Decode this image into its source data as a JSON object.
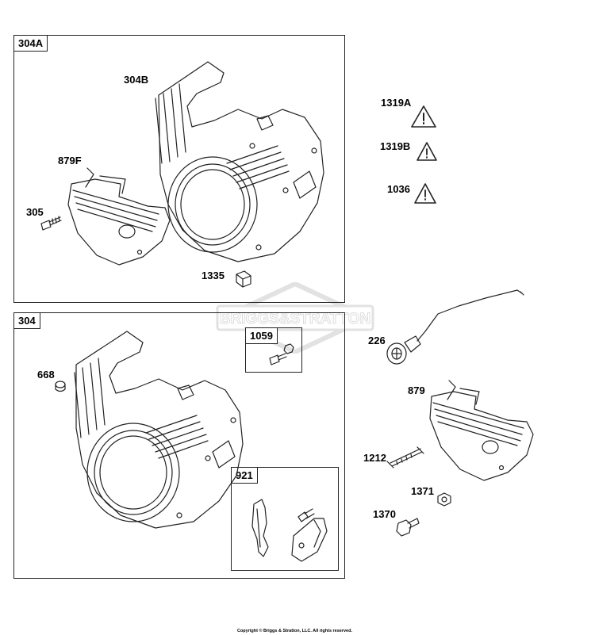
{
  "watermark": "BRIGGS&STRATTON",
  "copyright": "Copyright © Briggs & Stratton, LLC. All rights reserved.",
  "groups": {
    "g304A": "304A",
    "g304": "304",
    "g1059": "1059",
    "g921": "921"
  },
  "callouts": {
    "c304B": "304B",
    "c879F": "879F",
    "c305": "305",
    "c1335": "1335",
    "c1319A": "1319A",
    "c1319B": "1319B",
    "c1036": "1036",
    "c226": "226",
    "c668": "668",
    "c879": "879",
    "c1212": "1212",
    "c1371": "1371",
    "c1370": "1370"
  },
  "colors": {
    "line": "#222222",
    "watermark": "#dddddd"
  }
}
